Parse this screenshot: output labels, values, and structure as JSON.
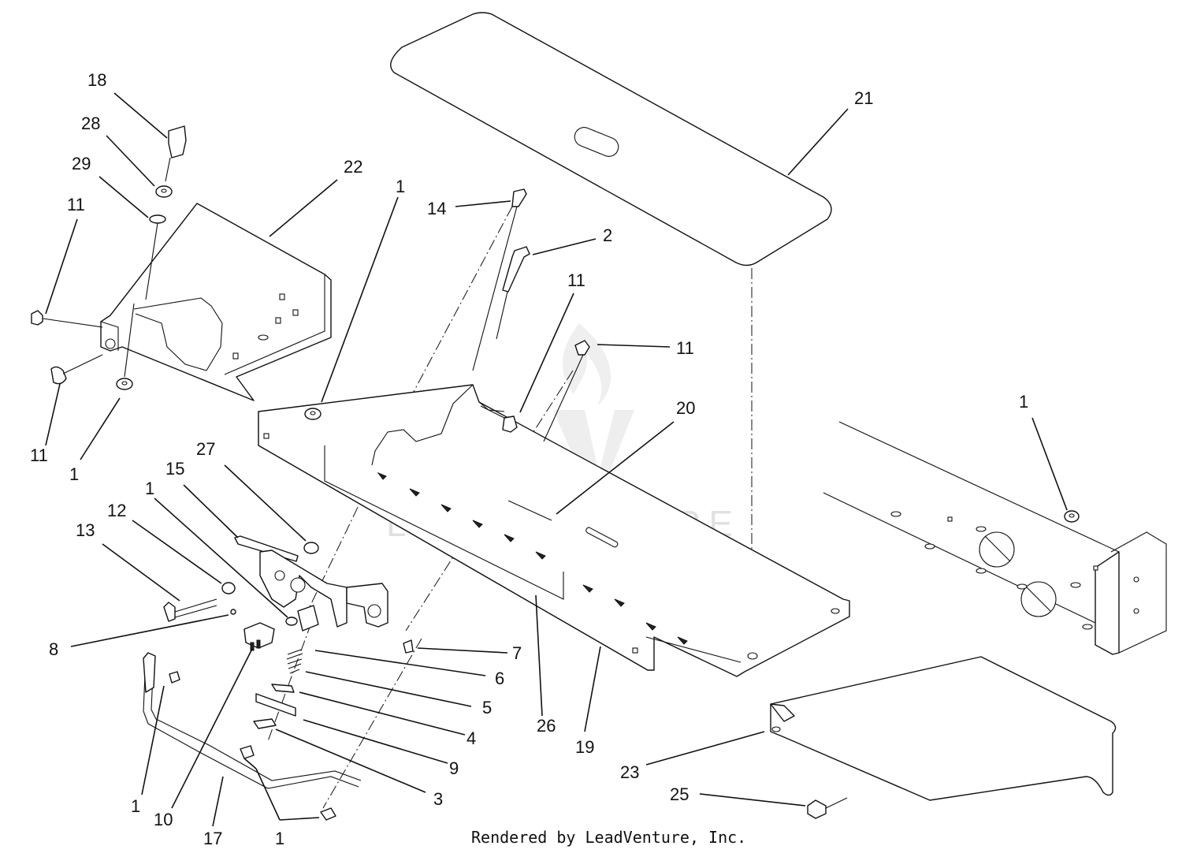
{
  "credit": "Rendered by LeadVenture, Inc.",
  "watermark": "LEADVENTURE",
  "callouts": [
    {
      "id": "18",
      "text": "18"
    },
    {
      "id": "28",
      "text": "28"
    },
    {
      "id": "29",
      "text": "29"
    },
    {
      "id": "22",
      "text": "22"
    },
    {
      "id": "11a",
      "text": "11"
    },
    {
      "id": "11b",
      "text": "11"
    },
    {
      "id": "1a",
      "text": "1"
    },
    {
      "id": "1b",
      "text": "1"
    },
    {
      "id": "14",
      "text": "14"
    },
    {
      "id": "2",
      "text": "2"
    },
    {
      "id": "11c",
      "text": "11"
    },
    {
      "id": "11d",
      "text": "11"
    },
    {
      "id": "21",
      "text": "21"
    },
    {
      "id": "20",
      "text": "20"
    },
    {
      "id": "1c",
      "text": "1"
    },
    {
      "id": "27",
      "text": "27"
    },
    {
      "id": "15",
      "text": "15"
    },
    {
      "id": "1d",
      "text": "1"
    },
    {
      "id": "12",
      "text": "12"
    },
    {
      "id": "13",
      "text": "13"
    },
    {
      "id": "8",
      "text": "8"
    },
    {
      "id": "7",
      "text": "7"
    },
    {
      "id": "6",
      "text": "6"
    },
    {
      "id": "5",
      "text": "5"
    },
    {
      "id": "4",
      "text": "4"
    },
    {
      "id": "9",
      "text": "9"
    },
    {
      "id": "3",
      "text": "3"
    },
    {
      "id": "26",
      "text": "26"
    },
    {
      "id": "19",
      "text": "19"
    },
    {
      "id": "23",
      "text": "23"
    },
    {
      "id": "25",
      "text": "25"
    },
    {
      "id": "1e",
      "text": "1"
    },
    {
      "id": "10",
      "text": "10"
    },
    {
      "id": "17",
      "text": "17"
    },
    {
      "id": "1f",
      "text": "1"
    }
  ]
}
